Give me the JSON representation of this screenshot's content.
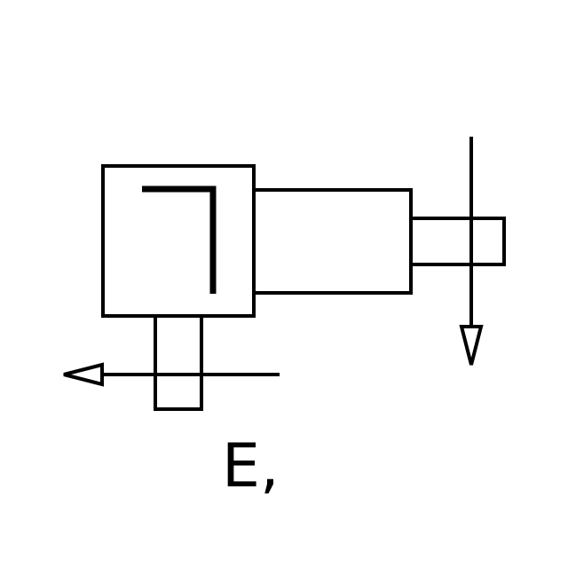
{
  "diagram": {
    "label": "E,",
    "line_color": "#000000",
    "background_color": "#ffffff",
    "arrow_directions": {
      "vertical_shaft_arrow": "down",
      "horizontal_shaft_arrow": "left"
    }
  }
}
